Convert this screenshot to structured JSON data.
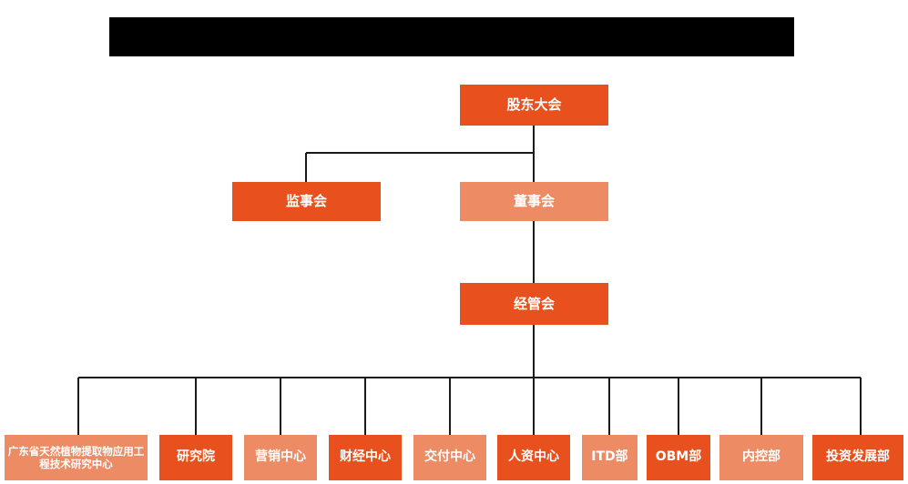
{
  "banner": {
    "text": "",
    "color": "#000000"
  },
  "colors": {
    "dark_orange": "#E8511D",
    "light_orange": "#EC8B64",
    "line": "#1a1a1a",
    "background": "#ffffff",
    "text": "#ffffff"
  },
  "chart_data": {
    "type": "diagram",
    "title": "",
    "orientation": "top-down",
    "levels": [
      {
        "level": 1,
        "nodes": [
          {
            "label": "股东大会",
            "shade": "dark"
          }
        ]
      },
      {
        "level": 2,
        "nodes": [
          {
            "label": "监事会",
            "shade": "dark"
          },
          {
            "label": "董事会",
            "shade": "light"
          }
        ]
      },
      {
        "level": 3,
        "nodes": [
          {
            "label": "经管会",
            "shade": "dark"
          }
        ]
      },
      {
        "level": 4,
        "nodes": [
          {
            "label": "广东省天然植物提取物应用工程技术研究中心",
            "shade": "light"
          },
          {
            "label": "研究院",
            "shade": "dark"
          },
          {
            "label": "营销中心",
            "shade": "light"
          },
          {
            "label": "财经中心",
            "shade": "dark"
          },
          {
            "label": "交付中心",
            "shade": "light"
          },
          {
            "label": "人资中心",
            "shade": "dark"
          },
          {
            "label": "ITD部",
            "shade": "light"
          },
          {
            "label": "OBM部",
            "shade": "dark"
          },
          {
            "label": "内控部",
            "shade": "light"
          },
          {
            "label": "投资发展部",
            "shade": "dark"
          }
        ]
      }
    ],
    "edges": [
      {
        "from": "股东大会",
        "to": "监事会"
      },
      {
        "from": "股东大会",
        "to": "董事会"
      },
      {
        "from": "董事会",
        "to": "经管会"
      },
      {
        "from": "经管会",
        "to": "广东省天然植物提取物应用工程技术研究中心"
      },
      {
        "from": "经管会",
        "to": "研究院"
      },
      {
        "from": "经管会",
        "to": "营销中心"
      },
      {
        "from": "经管会",
        "to": "财经中心"
      },
      {
        "from": "经管会",
        "to": "交付中心"
      },
      {
        "from": "经管会",
        "to": "人资中心"
      },
      {
        "from": "经管会",
        "to": "ITD部"
      },
      {
        "from": "经管会",
        "to": "OBM部"
      },
      {
        "from": "经管会",
        "to": "内控部"
      },
      {
        "from": "经管会",
        "to": "投资发展部"
      }
    ]
  },
  "nodes": {
    "shareholders_meeting": "股东大会",
    "board_of_supervisors": "监事会",
    "board_of_directors": "董事会",
    "management_committee": "经管会",
    "dept_01": "广东省天然植物提取物应用工程技术研究中心",
    "dept_02": "研究院",
    "dept_03": "营销中心",
    "dept_04": "财经中心",
    "dept_05": "交付中心",
    "dept_06": "人资中心",
    "dept_07": "ITD部",
    "dept_08": "OBM部",
    "dept_09": "内控部",
    "dept_10": "投资发展部"
  }
}
